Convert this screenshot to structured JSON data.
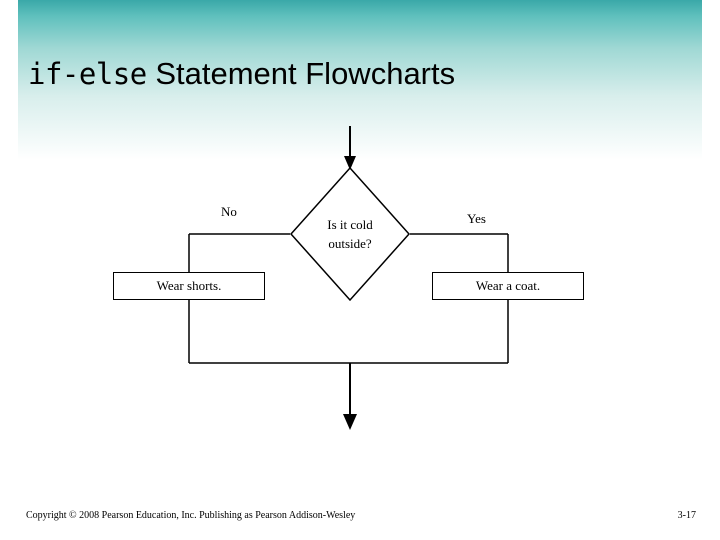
{
  "slide": {
    "title_mono": "if-else",
    "title_rest": " Statement Flowcharts",
    "background_accent": "#3aa8a8"
  },
  "flowchart": {
    "decision": {
      "line1": "Is it cold",
      "line2": "outside?"
    },
    "branch_labels": {
      "no": "No",
      "yes": "Yes"
    },
    "boxes": [
      {
        "name": "wear-shorts",
        "label": "Wear shorts."
      },
      {
        "name": "wear-a-coat",
        "label": "Wear a coat."
      }
    ],
    "stroke_color": "#000000"
  },
  "footer": {
    "copyright": "Copyright © 2008 Pearson Education, Inc. Publishing as Pearson Addison-Wesley",
    "page_number": "3-17"
  }
}
